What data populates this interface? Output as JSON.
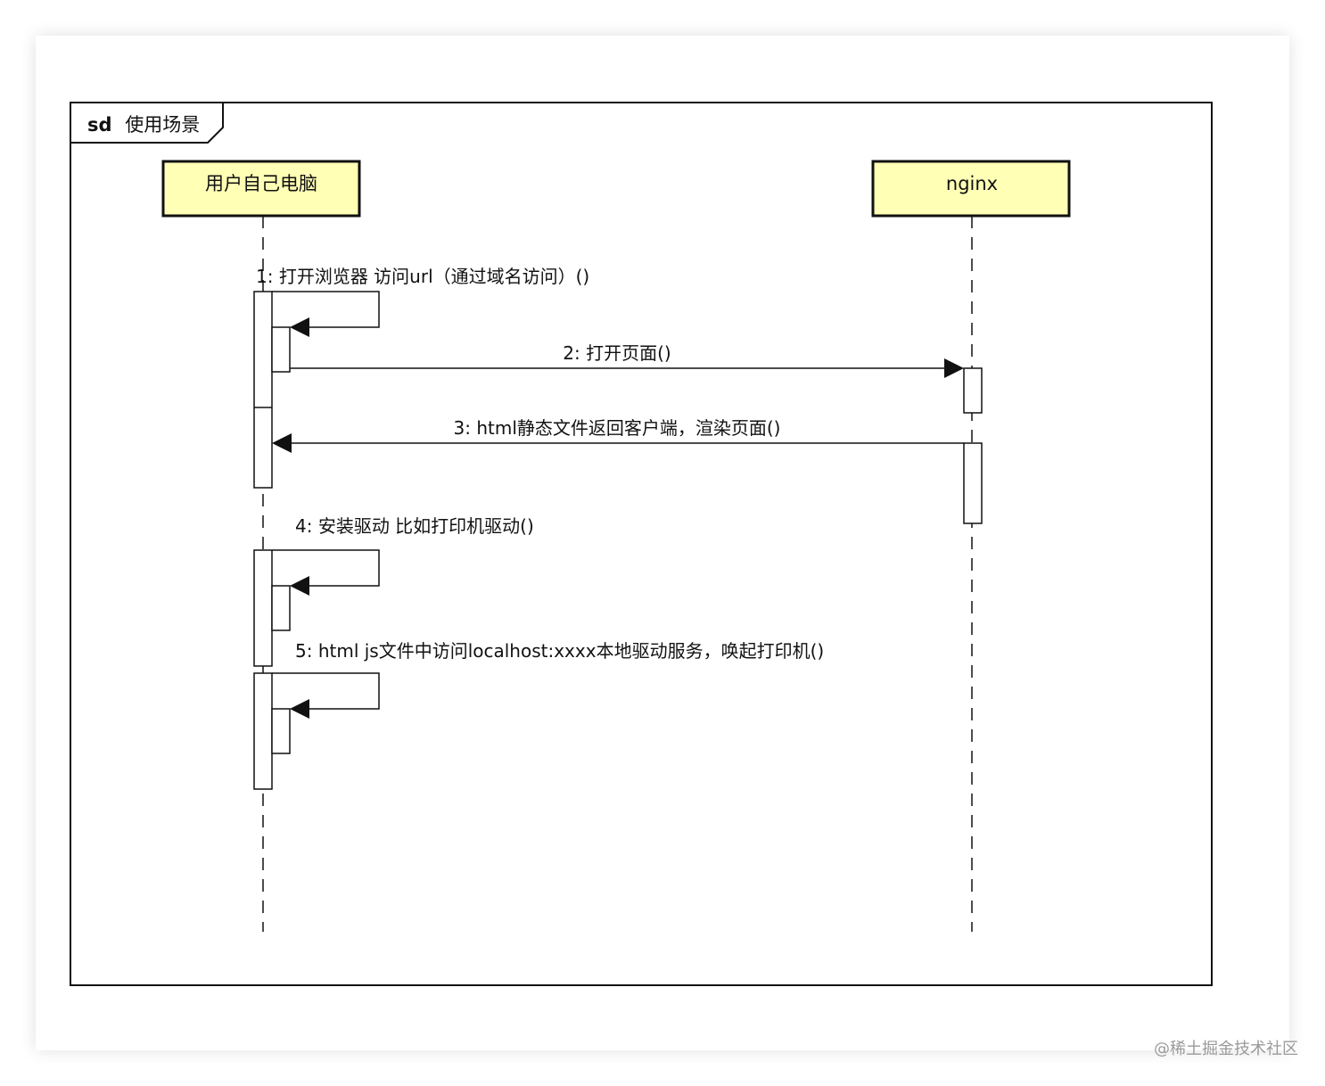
{
  "frame": {
    "keyword": "sd",
    "title": "使用场景"
  },
  "lifelines": [
    {
      "label": "用户自己电脑"
    },
    {
      "label": "nginx"
    }
  ],
  "messages": [
    {
      "label": "1: 打开浏览器 访问url（通过域名访问）()"
    },
    {
      "label": "2: 打开页面()"
    },
    {
      "label": "3: html静态文件返回客户端，渲染页面()"
    },
    {
      "label": "4: 安装驱动 比如打印机驱动()"
    },
    {
      "label": "5: html js文件中访问localhost:xxxx本地驱动服务，唤起打印机()"
    }
  ],
  "watermark": "@稀土掘金技术社区",
  "colors": {
    "lifeline_box_fill": "#ffffb5",
    "stroke": "#111111",
    "watermark": "#9a9a9a"
  }
}
